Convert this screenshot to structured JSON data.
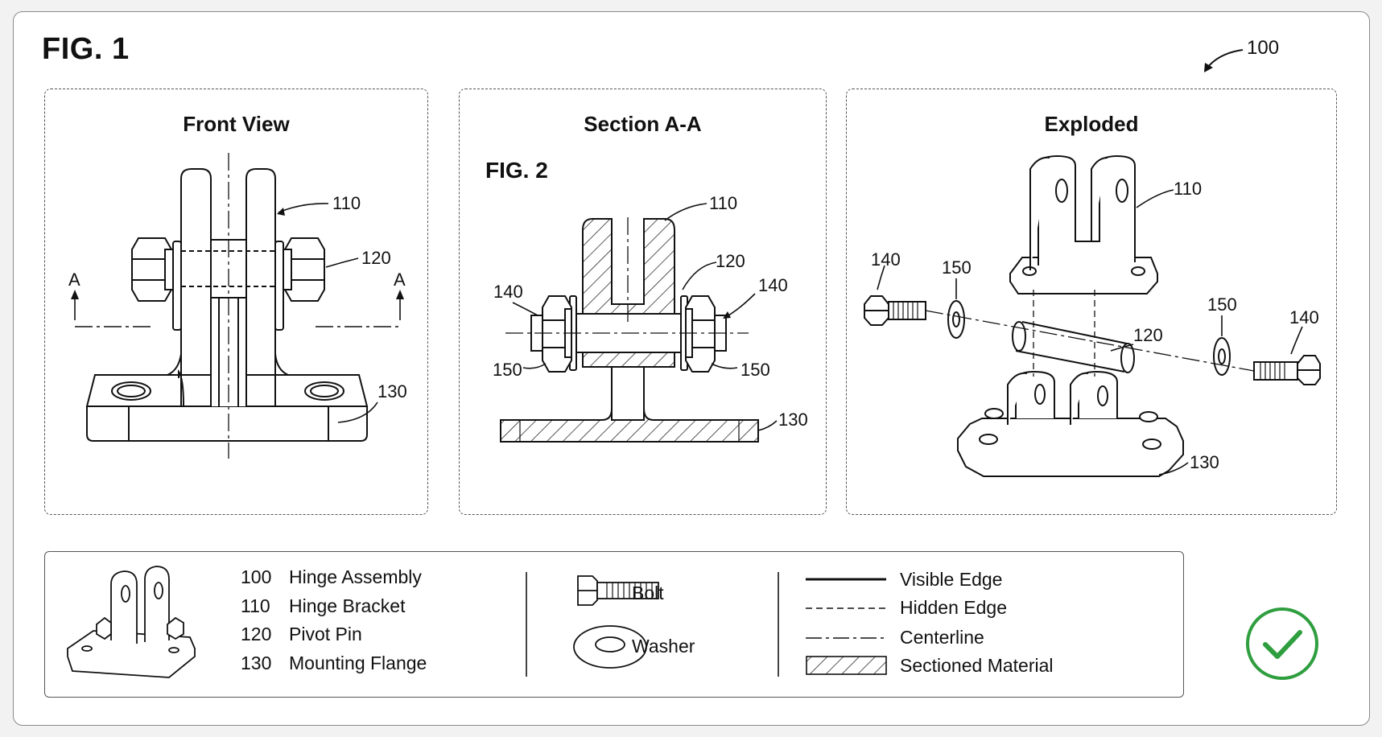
{
  "figure": {
    "title": "FIG. 1",
    "assembly_ref": "100"
  },
  "panels": [
    {
      "title": "Front View",
      "section_marks": [
        "A",
        "A"
      ],
      "callouts": [
        "110",
        "120",
        "130"
      ]
    },
    {
      "title": "Section A-A",
      "subfigure": "FIG. 2",
      "callouts": [
        "110",
        "120",
        "140",
        "140",
        "150",
        "150",
        "130"
      ]
    },
    {
      "title": "Exploded",
      "callouts": [
        "110",
        "140",
        "150",
        "120",
        "150",
        "140",
        "130"
      ]
    }
  ],
  "legend": {
    "parts": [
      {
        "num": "100",
        "name": "Hinge Assembly"
      },
      {
        "num": "110",
        "name": "Hinge Bracket"
      },
      {
        "num": "120",
        "name": "Pivot Pin"
      },
      {
        "num": "130",
        "name": "Mounting Flange"
      }
    ],
    "hardware": [
      {
        "name": "Bolt"
      },
      {
        "name": "Washer"
      }
    ],
    "line_types": [
      {
        "name": "Visible Edge"
      },
      {
        "name": "Hidden Edge"
      },
      {
        "name": "Centerline"
      },
      {
        "name": "Sectioned Material"
      }
    ]
  },
  "status": {
    "icon": "check-circle-icon",
    "color": "#2e9e3e"
  }
}
